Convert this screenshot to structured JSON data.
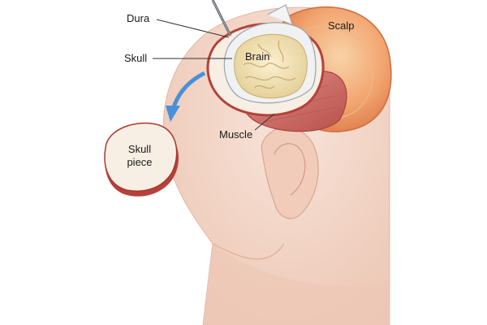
{
  "labels": {
    "dura": "Dura",
    "skull": "Skull",
    "brain": "Brain",
    "scalp": "Scalp",
    "muscle": "Muscle",
    "skull_piece_line1": "Skull",
    "skull_piece_line2": "piece"
  },
  "colors": {
    "skin": "#f3d6c8",
    "skin_shadow": "#e7b9a5",
    "scalp_outer": "#e98b54",
    "scalp_inner": "#f6c79c",
    "muscle": "#cf6f6a",
    "skull": "#f5eadc",
    "skull_edge": "#b6413a",
    "brain": "#efe0b4",
    "dura": "#eef0f2",
    "arrow": "#4a90d9"
  }
}
